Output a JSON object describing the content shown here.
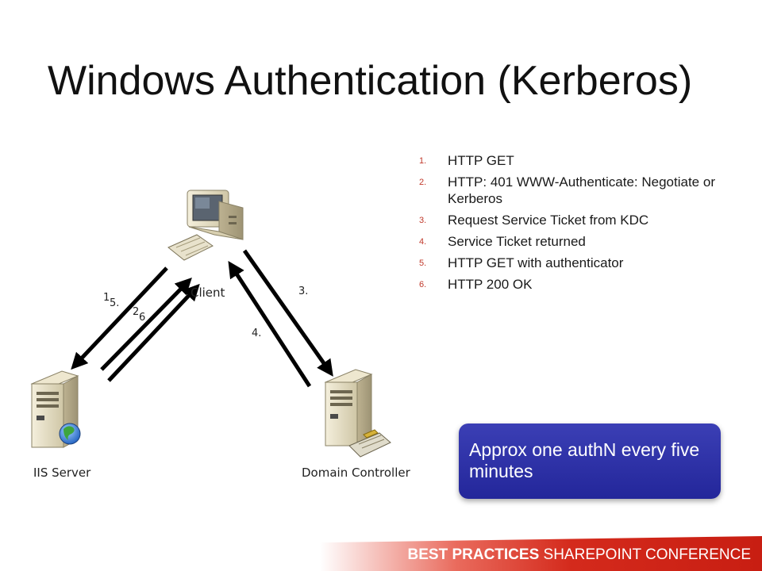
{
  "title": "Windows Authentication (Kerberos)",
  "steps": [
    {
      "num": "1.",
      "text": "HTTP GET"
    },
    {
      "num": "2.",
      "text": "HTTP: 401 WWW-Authenticate: Negotiate or Kerberos"
    },
    {
      "num": "3.",
      "text": "Request Service Ticket from KDC"
    },
    {
      "num": "4.",
      "text": "Service Ticket returned"
    },
    {
      "num": "5.",
      "text": "HTTP GET with authenticator"
    },
    {
      "num": "6.",
      "text": "HTTP 200 OK"
    }
  ],
  "nodes": {
    "client": "Client",
    "iis_server": "IIS Server",
    "domain_controller": "Domain Controller"
  },
  "arrow_labels": {
    "one": "1",
    "five": "5.",
    "two": "2",
    "six": "6",
    "three": "3.",
    "four": "4."
  },
  "callout": "Approx one authN every five minutes",
  "footer": {
    "part1": "BEST PRACTICES",
    "part2": "SHAREPOINT CONFERENCE"
  },
  "colors": {
    "callout": "#2b2ea6",
    "footer": "#d42a1c",
    "list_numbers": "#c0392b"
  }
}
